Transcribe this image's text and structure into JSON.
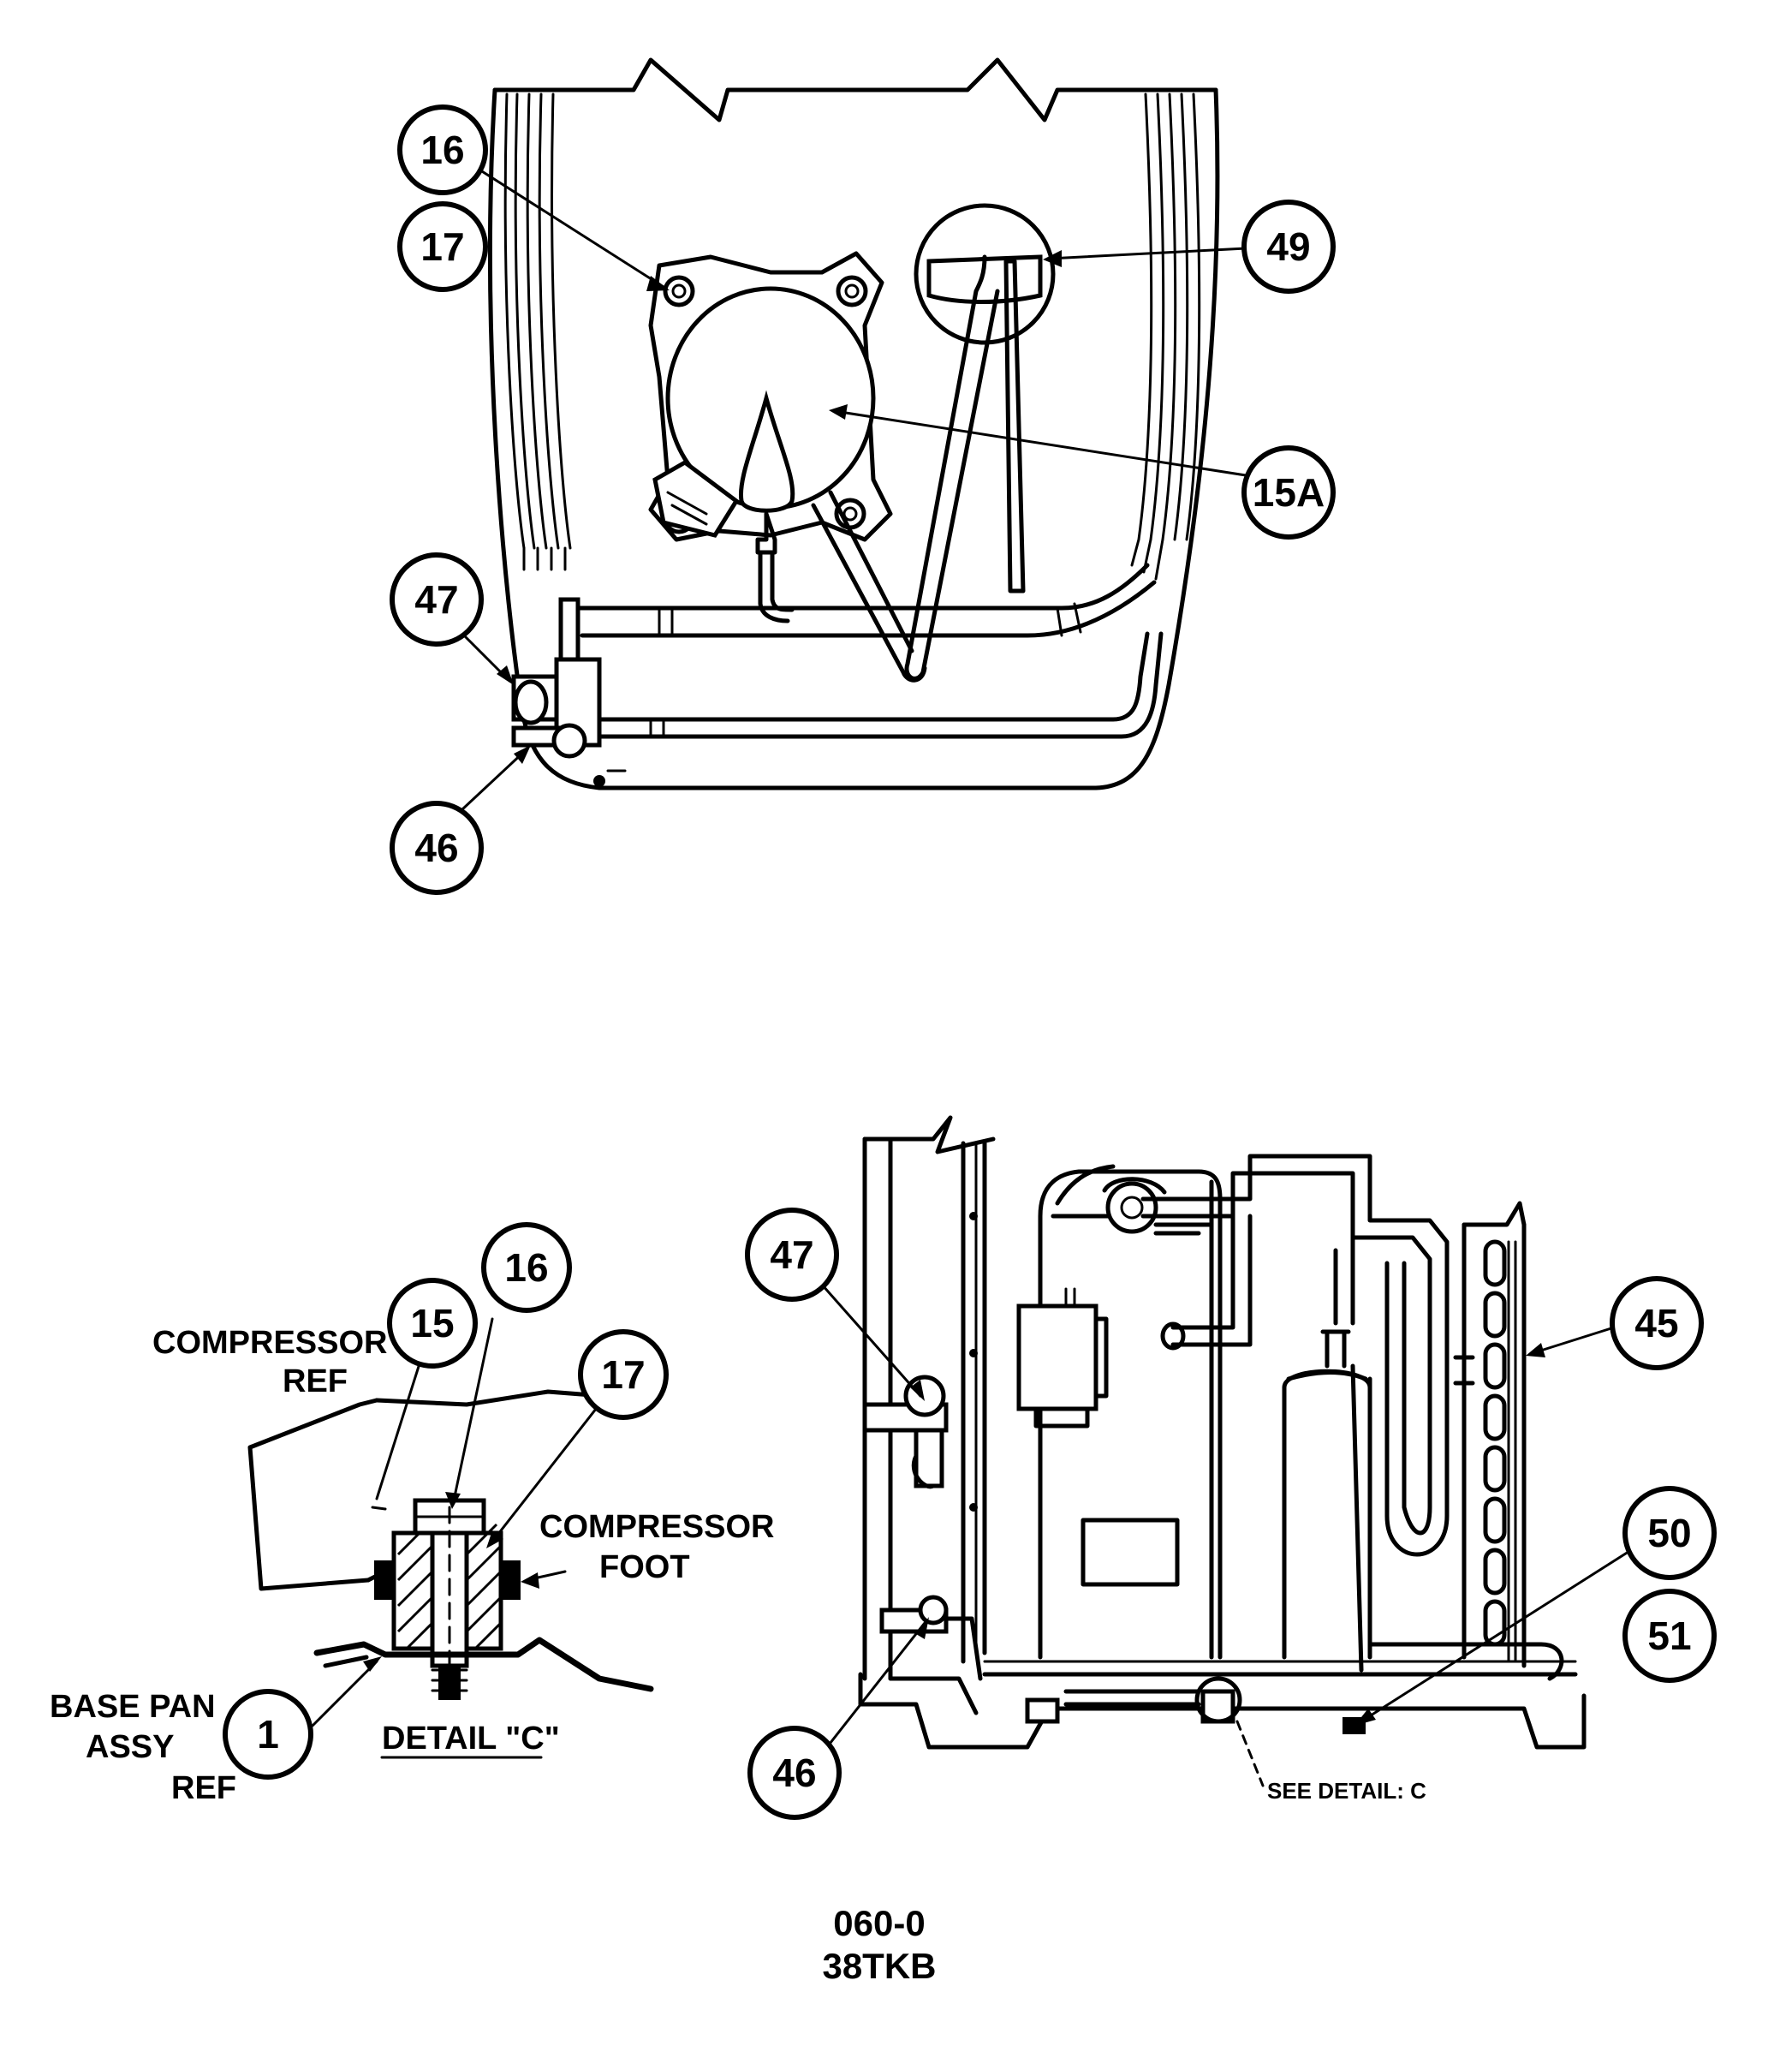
{
  "balloons": {
    "top_16": "16",
    "top_17": "17",
    "top_49": "49",
    "top_15a": "15A",
    "top_47": "47",
    "top_46": "46",
    "detail_15": "15",
    "detail_16": "16",
    "detail_17": "17",
    "detail_1": "1",
    "side_47": "47",
    "side_46": "46",
    "side_45": "45",
    "side_50": "50",
    "side_51": "51"
  },
  "labels": {
    "compressor_ref_line1": "COMPRESSOR",
    "compressor_ref_line2": "REF",
    "compressor_foot_line1": "COMPRESSOR",
    "compressor_foot_line2": "FOOT",
    "base_pan_line1": "BASE PAN",
    "base_pan_line2": "ASSY",
    "base_pan_line3": "REF",
    "detail_c": "DETAIL \"C\"",
    "see_detail": "SEE DETAIL: C"
  },
  "footer": {
    "code_line1": "060-0",
    "code_line2": "38TKB"
  }
}
